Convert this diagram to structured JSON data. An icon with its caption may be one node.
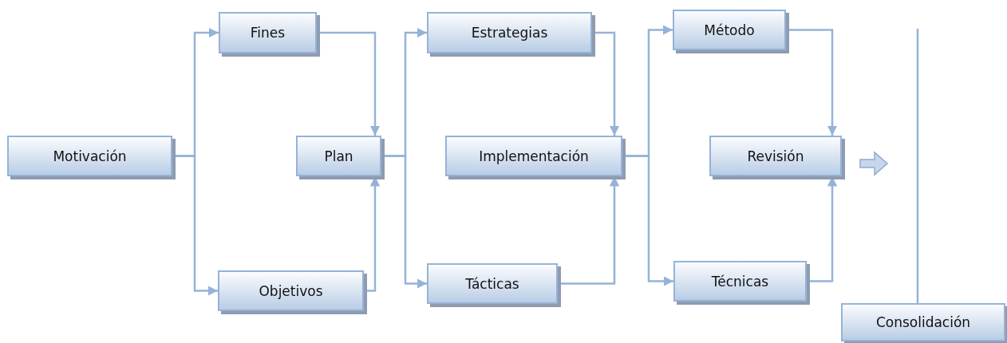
{
  "diagram": {
    "nodes": [
      {
        "text": [
          "Motivación"
        ]
      },
      {
        "text": [
          "Fines"
        ]
      },
      {
        "text": [
          "Objetivos"
        ]
      },
      {
        "text": [
          "Plan"
        ]
      },
      {
        "text": [
          "Estrategias"
        ]
      },
      {
        "text": [
          "Implementación"
        ]
      },
      {
        "text": [
          "Tácticas"
        ]
      },
      {
        "text": [
          "Método"
        ]
      },
      {
        "text": [
          "Revisión"
        ]
      },
      {
        "text": [
          "Técnicas"
        ]
      },
      {
        "text": [
          "Consolidación"
        ]
      }
    ],
    "edges": [
      {
        "from": 0,
        "to": 1,
        "arrow": "to"
      },
      {
        "from": 0,
        "to": 2,
        "arrow": "to"
      },
      {
        "from": 1,
        "to": 3,
        "arrow": "to"
      },
      {
        "from": 2,
        "to": 3,
        "arrow": "to"
      },
      {
        "from": 3,
        "to": 4,
        "arrow": "to"
      },
      {
        "from": 3,
        "to": 6,
        "arrow": "to"
      },
      {
        "from": 4,
        "to": 5,
        "arrow": "to"
      },
      {
        "from": 6,
        "to": 5,
        "arrow": "to"
      },
      {
        "from": 5,
        "to": 7,
        "arrow": "to"
      },
      {
        "from": 5,
        "to": 9,
        "arrow": "to"
      },
      {
        "from": 7,
        "to": 8,
        "arrow": "to"
      },
      {
        "from": 9,
        "to": 8,
        "arrow": "to"
      },
      {
        "from": null,
        "to": 10,
        "arrow": "none"
      }
    ]
  }
}
